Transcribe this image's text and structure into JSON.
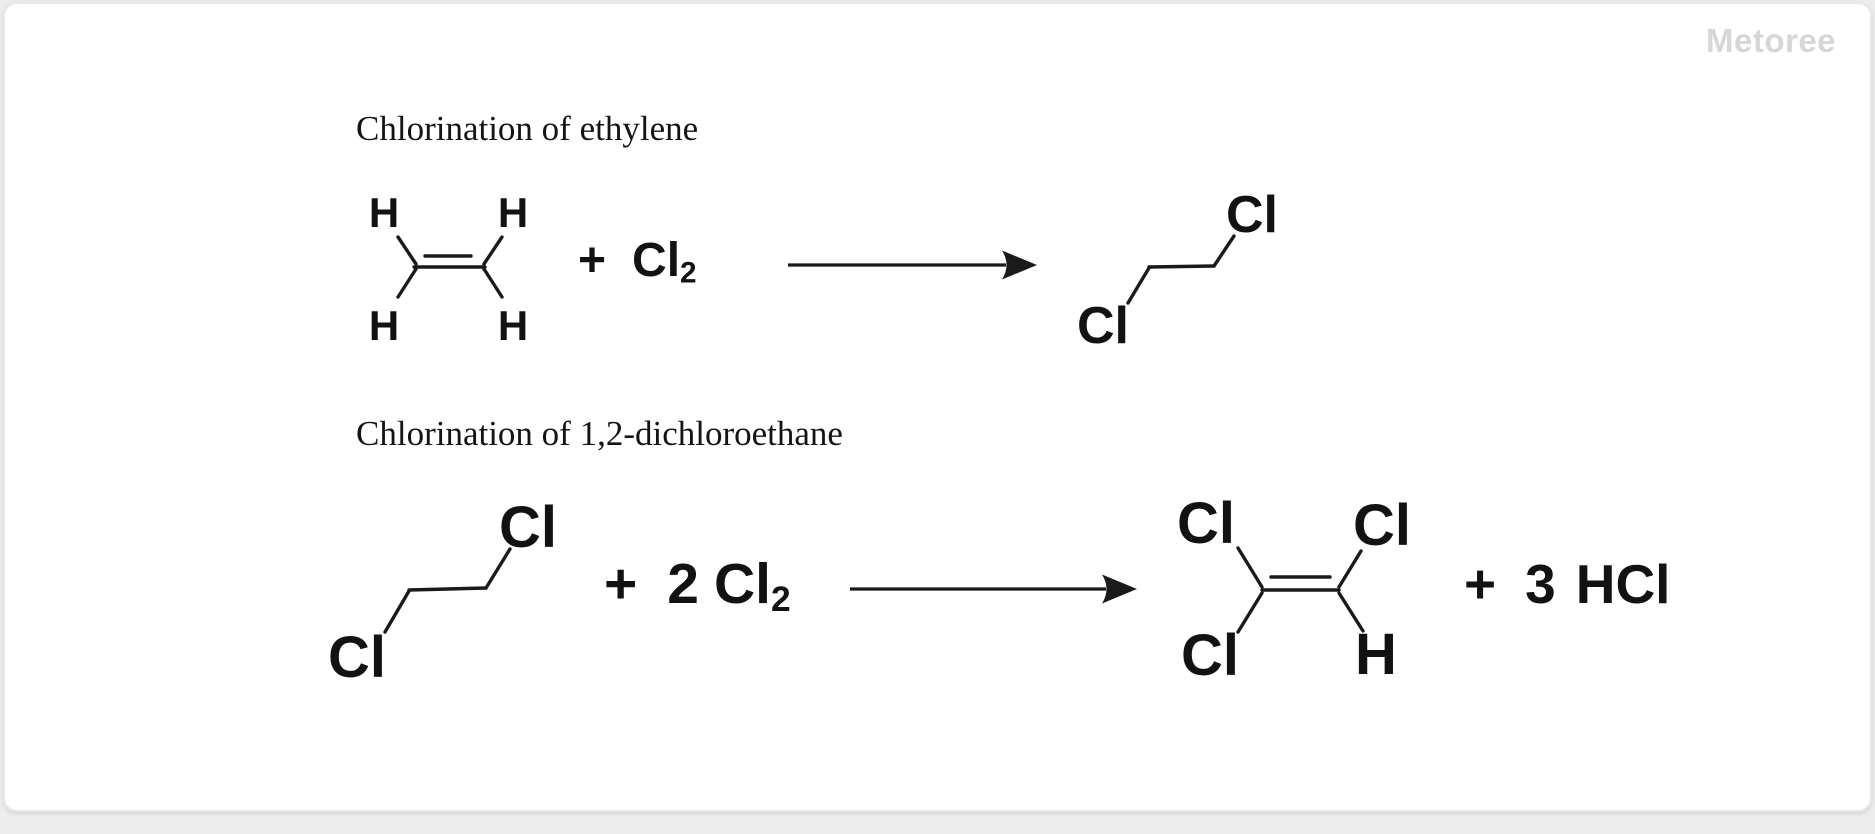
{
  "watermark": {
    "text": "Metoree"
  },
  "colors": {
    "ink": "#121212",
    "watermark": "#d6d6d6"
  },
  "reaction1": {
    "title": "Chlorination of ethylene",
    "reactant": {
      "atoms": {
        "top_left": "H",
        "top_right": "H",
        "bottom_left": "H",
        "bottom_right": "H"
      }
    },
    "reagent": {
      "plus": "+",
      "formula": "Cl",
      "subscript": "2"
    },
    "product": {
      "atoms": {
        "bottom_left": "Cl",
        "top_right": "Cl"
      }
    }
  },
  "reaction2": {
    "title": "Chlorination of 1,2-dichloroethane",
    "reactant": {
      "atoms": {
        "bottom_left": "Cl",
        "top_right": "Cl"
      }
    },
    "reagent": {
      "plus": "+",
      "coefficient": "2",
      "formula": "Cl",
      "subscript": "2"
    },
    "product": {
      "atoms": {
        "top_left": "Cl",
        "top_right": "Cl",
        "bottom_left": "Cl",
        "bottom_right": "H"
      }
    },
    "byproduct": {
      "plus": "+",
      "coefficient": "3",
      "formula": "HCl"
    }
  }
}
